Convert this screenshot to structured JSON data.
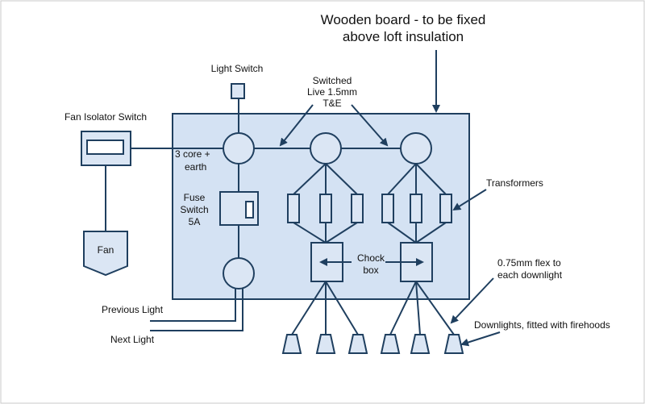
{
  "labels": {
    "title_line1": "Wooden board - to be fixed",
    "title_line2": "above loft insulation",
    "light_switch": "Light Switch",
    "switched_live_1": "Switched",
    "switched_live_2": "Live 1.5mm",
    "switched_live_3": "T&E",
    "fan_isolator_switch": "Fan Isolator Switch",
    "three_core_1": "3 core +",
    "three_core_2": "earth",
    "fuse_switch_1": "Fuse",
    "fuse_switch_2": "Switch",
    "fuse_switch_3": "5A",
    "transformers": "Transformers",
    "fan": "Fan",
    "chock_box_1": "Chock",
    "chock_box_2": "box",
    "flex_1": "0.75mm flex to",
    "flex_2": "each downlight",
    "previous_light": "Previous Light",
    "next_light": "Next Light",
    "downlights": "Downlights, fitted with firehoods"
  }
}
